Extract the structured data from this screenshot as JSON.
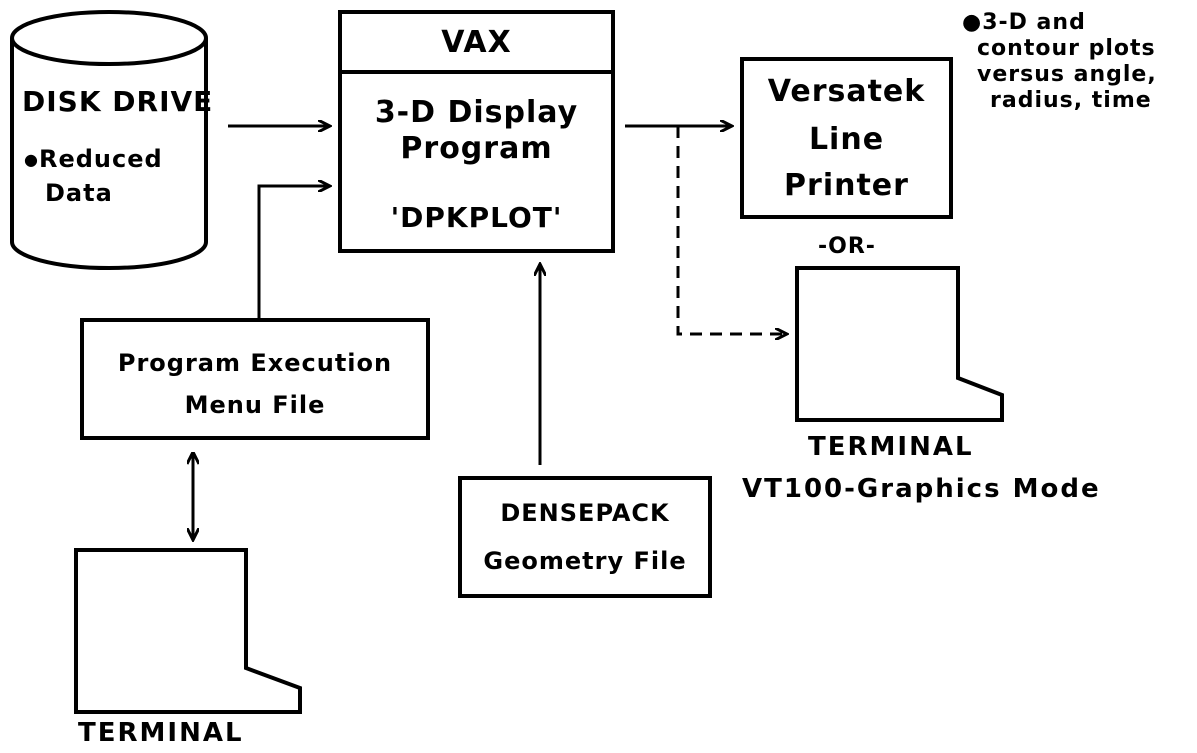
{
  "disk": {
    "title": "DISK DRIVE",
    "bullet": "●",
    "note_line1": "Reduced",
    "note_line2": "Data"
  },
  "vax": {
    "header": "VAX",
    "line1": "3-D Display",
    "line2": "Program",
    "line3": "'DPKPLOT'"
  },
  "printer": {
    "line1": "Versatek",
    "line2": "Line",
    "line3": "Printer"
  },
  "output_note": {
    "line1": "●3-D and",
    "line2": "contour plots",
    "line3": "versus angle,",
    "line4": "radius, time"
  },
  "or_label": "-OR-",
  "terminal_right": {
    "label1": "TERMINAL",
    "label2": "VT100-Graphics Mode"
  },
  "menu_file": {
    "line1": "Program Execution",
    "line2": "Menu File"
  },
  "geometry_file": {
    "line1": "DENSEPACK",
    "line2": "Geometry File"
  },
  "terminal_left": {
    "label": "TERMINAL"
  }
}
